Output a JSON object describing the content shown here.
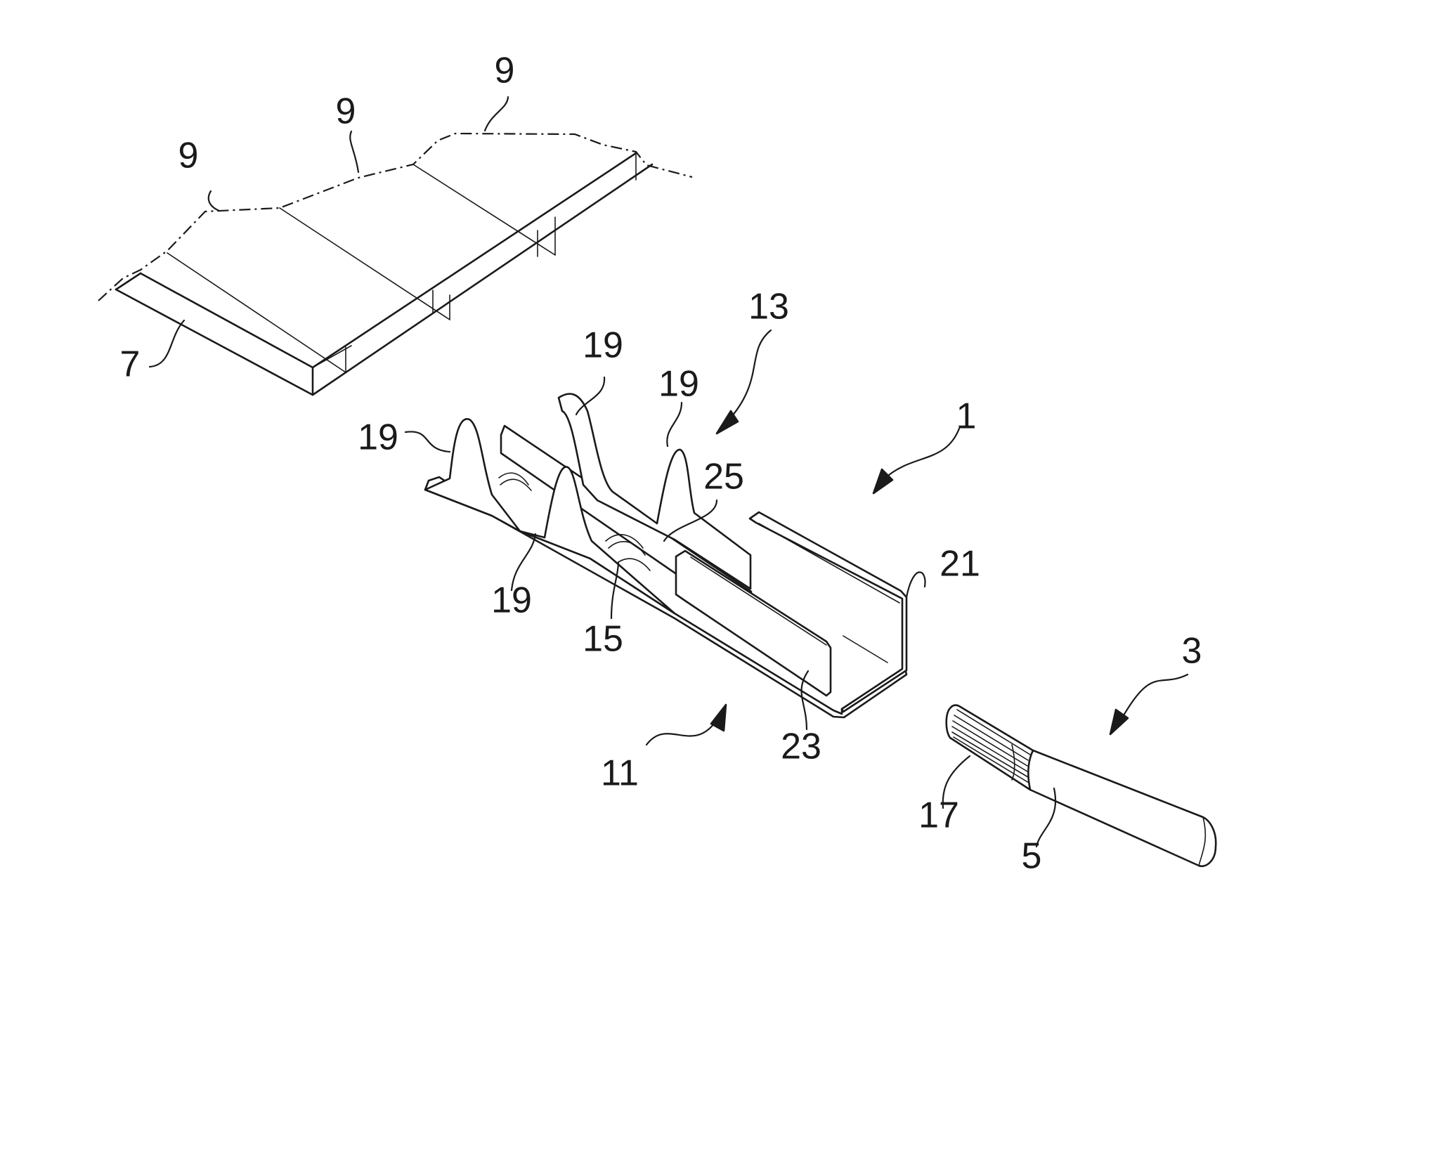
{
  "labels": {
    "ref_1": "1",
    "ref_3": "3",
    "ref_5": "5",
    "ref_7": "7",
    "ref_9_a": "9",
    "ref_9_b": "9",
    "ref_9_c": "9",
    "ref_11": "11",
    "ref_13": "13",
    "ref_15": "15",
    "ref_17": "17",
    "ref_19_a": "19",
    "ref_19_b": "19",
    "ref_19_c": "19",
    "ref_19_d": "19",
    "ref_21": "21",
    "ref_23": "23",
    "ref_25": "25"
  }
}
